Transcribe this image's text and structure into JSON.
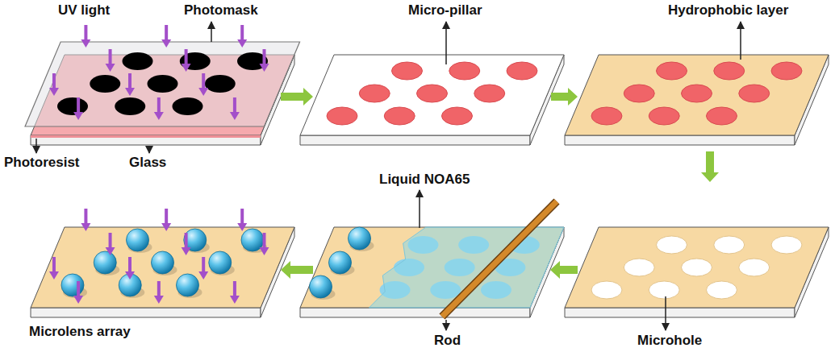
{
  "diagram": {
    "labels": [
      "UV light",
      "Photomask",
      "Photoresist",
      "Glass",
      "Micro-pillar",
      "Hydrophobic layer",
      "Microhole",
      "Liquid NOA65",
      "Rod",
      "Microlens array"
    ]
  }
}
